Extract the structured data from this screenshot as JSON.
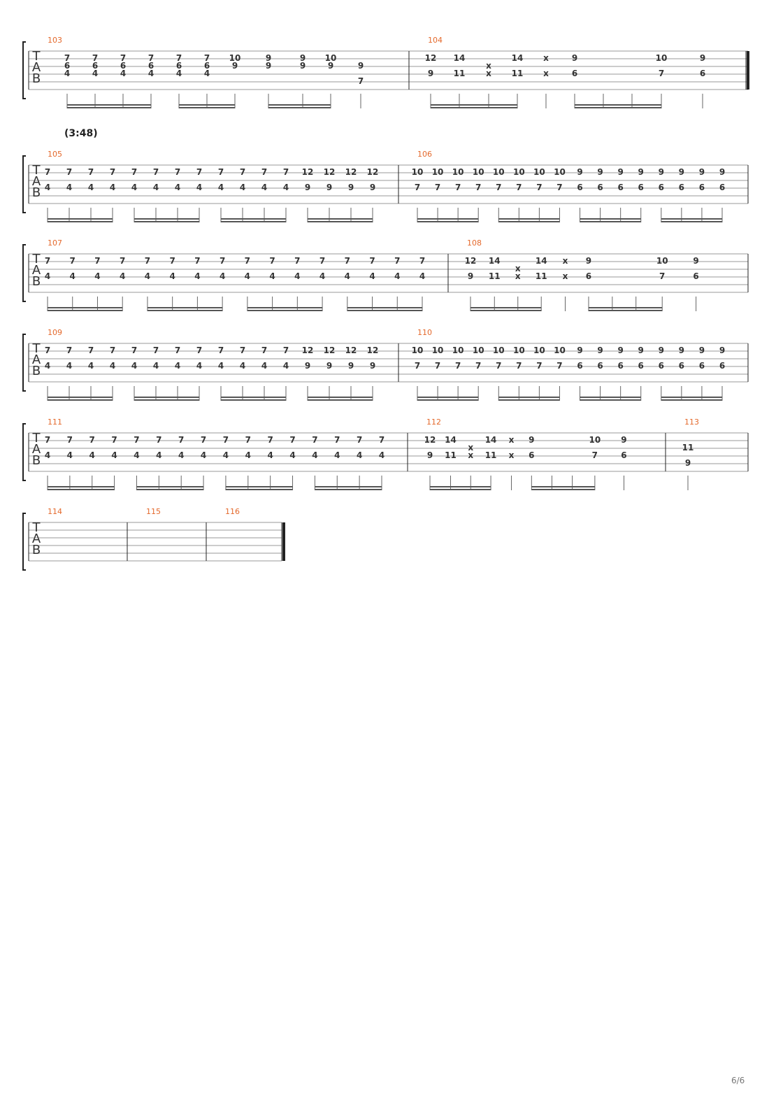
{
  "page": {
    "page_number": "6/6",
    "tuning_letters": [
      "T",
      "A",
      "B"
    ],
    "tempo_marks": [
      {
        "system": 1,
        "text": "(3:48)"
      }
    ],
    "measure_numbers": [
      "103",
      "104",
      "105",
      "106",
      "107",
      "108",
      "109",
      "110",
      "111",
      "112",
      "113",
      "114",
      "115",
      "116"
    ]
  },
  "systems": [
    {
      "measures": [
        {
          "number": "103",
          "events": [
            {
              "notes": {
                "1": "7",
                "2": "6",
                "3": "4"
              }
            },
            {
              "notes": {
                "1": "7",
                "2": "6",
                "3": "4"
              }
            },
            {
              "notes": {
                "1": "7",
                "2": "6",
                "3": "4"
              }
            },
            {
              "notes": {
                "1": "7",
                "2": "6",
                "3": "4"
              }
            },
            {
              "notes": {
                "1": "7",
                "2": "6",
                "3": "4"
              }
            },
            {
              "notes": {
                "1": "7",
                "2": "6",
                "3": "4"
              }
            },
            {
              "notes": {
                "1": "10",
                "2": "9"
              }
            },
            {
              "notes": {
                "1": "9",
                "2": "9"
              }
            },
            {
              "notes": {
                "1": "9",
                "2": "9"
              }
            },
            {
              "notes": {
                "1": "10",
                "2": "9"
              }
            },
            {
              "notes": {
                "2": "9",
                "4": "7"
              }
            }
          ]
        },
        {
          "number": "104",
          "events": [
            {
              "notes": {
                "1": "12",
                "3": "9"
              }
            },
            {
              "notes": {
                "1": "14",
                "3": "11"
              }
            },
            {
              "notes": {
                "2": "x",
                "3": "x"
              }
            },
            {
              "notes": {
                "1": "14",
                "3": "11"
              }
            },
            {
              "notes": {
                "1": "x",
                "3": "x"
              }
            },
            {
              "notes": {
                "1": "9",
                "3": "6"
              }
            },
            {
              "notes": {}
            },
            {
              "notes": {}
            },
            {
              "notes": {
                "1": "10",
                "3": "7"
              }
            },
            {
              "notes": {
                "1": "9",
                "3": "6"
              }
            }
          ]
        }
      ]
    },
    {
      "measures": [
        {
          "number": "105",
          "events": [
            {
              "notes": {
                "1": "7",
                "3": "4"
              }
            },
            {
              "notes": {
                "1": "7",
                "3": "4"
              }
            },
            {
              "notes": {
                "1": "7",
                "3": "4"
              }
            },
            {
              "notes": {
                "1": "7",
                "3": "4"
              }
            },
            {
              "notes": {
                "1": "7",
                "3": "4"
              }
            },
            {
              "notes": {
                "1": "7",
                "3": "4"
              }
            },
            {
              "notes": {
                "1": "7",
                "3": "4"
              }
            },
            {
              "notes": {
                "1": "7",
                "3": "4"
              }
            },
            {
              "notes": {
                "1": "7",
                "3": "4"
              }
            },
            {
              "notes": {
                "1": "7",
                "3": "4"
              }
            },
            {
              "notes": {
                "1": "7",
                "3": "4"
              }
            },
            {
              "notes": {
                "1": "7",
                "3": "4"
              }
            },
            {
              "notes": {
                "1": "12",
                "3": "9"
              }
            },
            {
              "notes": {
                "1": "12",
                "3": "9"
              }
            },
            {
              "notes": {
                "1": "12",
                "3": "9"
              }
            },
            {
              "notes": {
                "1": "12",
                "3": "9"
              }
            }
          ]
        },
        {
          "number": "106",
          "events": [
            {
              "notes": {
                "1": "10",
                "3": "7"
              }
            },
            {
              "notes": {
                "1": "10",
                "3": "7"
              }
            },
            {
              "notes": {
                "1": "10",
                "3": "7"
              }
            },
            {
              "notes": {
                "1": "10",
                "3": "7"
              }
            },
            {
              "notes": {
                "1": "10",
                "3": "7"
              }
            },
            {
              "notes": {
                "1": "10",
                "3": "7"
              }
            },
            {
              "notes": {
                "1": "10",
                "3": "7"
              }
            },
            {
              "notes": {
                "1": "10",
                "3": "7"
              }
            },
            {
              "notes": {
                "1": "9",
                "3": "6"
              }
            },
            {
              "notes": {
                "1": "9",
                "3": "6"
              }
            },
            {
              "notes": {
                "1": "9",
                "3": "6"
              }
            },
            {
              "notes": {
                "1": "9",
                "3": "6"
              }
            },
            {
              "notes": {
                "1": "9",
                "3": "6"
              }
            },
            {
              "notes": {
                "1": "9",
                "3": "6"
              }
            },
            {
              "notes": {
                "1": "9",
                "3": "6"
              }
            },
            {
              "notes": {
                "1": "9",
                "3": "6"
              }
            }
          ]
        }
      ]
    },
    {
      "measures": [
        {
          "number": "107",
          "events": [
            {
              "notes": {
                "1": "7",
                "3": "4"
              }
            },
            {
              "notes": {
                "1": "7",
                "3": "4"
              }
            },
            {
              "notes": {
                "1": "7",
                "3": "4"
              }
            },
            {
              "notes": {
                "1": "7",
                "3": "4"
              }
            },
            {
              "notes": {
                "1": "7",
                "3": "4"
              }
            },
            {
              "notes": {
                "1": "7",
                "3": "4"
              }
            },
            {
              "notes": {
                "1": "7",
                "3": "4"
              }
            },
            {
              "notes": {
                "1": "7",
                "3": "4"
              }
            },
            {
              "notes": {
                "1": "7",
                "3": "4"
              }
            },
            {
              "notes": {
                "1": "7",
                "3": "4"
              }
            },
            {
              "notes": {
                "1": "7",
                "3": "4"
              }
            },
            {
              "notes": {
                "1": "7",
                "3": "4"
              }
            },
            {
              "notes": {
                "1": "7",
                "3": "4"
              }
            },
            {
              "notes": {
                "1": "7",
                "3": "4"
              }
            },
            {
              "notes": {
                "1": "7",
                "3": "4"
              }
            },
            {
              "notes": {
                "1": "7",
                "3": "4"
              }
            }
          ]
        },
        {
          "number": "108",
          "events": [
            {
              "notes": {
                "1": "12",
                "3": "9"
              }
            },
            {
              "notes": {
                "1": "14",
                "3": "11"
              }
            },
            {
              "notes": {
                "2": "x",
                "3": "x"
              }
            },
            {
              "notes": {
                "1": "14",
                "3": "11"
              }
            },
            {
              "notes": {
                "1": "x",
                "3": "x"
              }
            },
            {
              "notes": {
                "1": "9",
                "3": "6"
              }
            },
            {
              "notes": {}
            },
            {
              "notes": {}
            },
            {
              "notes": {
                "1": "10",
                "3": "7"
              }
            },
            {
              "notes": {
                "1": "9",
                "3": "6"
              }
            }
          ]
        }
      ]
    },
    {
      "measures": [
        {
          "number": "109",
          "events": [
            {
              "notes": {
                "1": "7",
                "3": "4"
              }
            },
            {
              "notes": {
                "1": "7",
                "3": "4"
              }
            },
            {
              "notes": {
                "1": "7",
                "3": "4"
              }
            },
            {
              "notes": {
                "1": "7",
                "3": "4"
              }
            },
            {
              "notes": {
                "1": "7",
                "3": "4"
              }
            },
            {
              "notes": {
                "1": "7",
                "3": "4"
              }
            },
            {
              "notes": {
                "1": "7",
                "3": "4"
              }
            },
            {
              "notes": {
                "1": "7",
                "3": "4"
              }
            },
            {
              "notes": {
                "1": "7",
                "3": "4"
              }
            },
            {
              "notes": {
                "1": "7",
                "3": "4"
              }
            },
            {
              "notes": {
                "1": "7",
                "3": "4"
              }
            },
            {
              "notes": {
                "1": "7",
                "3": "4"
              }
            },
            {
              "notes": {
                "1": "12",
                "3": "9"
              }
            },
            {
              "notes": {
                "1": "12",
                "3": "9"
              }
            },
            {
              "notes": {
                "1": "12",
                "3": "9"
              }
            },
            {
              "notes": {
                "1": "12",
                "3": "9"
              }
            }
          ]
        },
        {
          "number": "110",
          "events": [
            {
              "notes": {
                "1": "10",
                "3": "7"
              }
            },
            {
              "notes": {
                "1": "10",
                "3": "7"
              }
            },
            {
              "notes": {
                "1": "10",
                "3": "7"
              }
            },
            {
              "notes": {
                "1": "10",
                "3": "7"
              }
            },
            {
              "notes": {
                "1": "10",
                "3": "7"
              }
            },
            {
              "notes": {
                "1": "10",
                "3": "7"
              }
            },
            {
              "notes": {
                "1": "10",
                "3": "7"
              }
            },
            {
              "notes": {
                "1": "10",
                "3": "7"
              }
            },
            {
              "notes": {
                "1": "9",
                "3": "6"
              }
            },
            {
              "notes": {
                "1": "9",
                "3": "6"
              }
            },
            {
              "notes": {
                "1": "9",
                "3": "6"
              }
            },
            {
              "notes": {
                "1": "9",
                "3": "6"
              }
            },
            {
              "notes": {
                "1": "9",
                "3": "6"
              }
            },
            {
              "notes": {
                "1": "9",
                "3": "6"
              }
            },
            {
              "notes": {
                "1": "9",
                "3": "6"
              }
            },
            {
              "notes": {
                "1": "9",
                "3": "6"
              }
            }
          ]
        }
      ]
    },
    {
      "measures": [
        {
          "number": "111",
          "events": [
            {
              "notes": {
                "1": "7",
                "3": "4"
              }
            },
            {
              "notes": {
                "1": "7",
                "3": "4"
              }
            },
            {
              "notes": {
                "1": "7",
                "3": "4"
              }
            },
            {
              "notes": {
                "1": "7",
                "3": "4"
              }
            },
            {
              "notes": {
                "1": "7",
                "3": "4"
              }
            },
            {
              "notes": {
                "1": "7",
                "3": "4"
              }
            },
            {
              "notes": {
                "1": "7",
                "3": "4"
              }
            },
            {
              "notes": {
                "1": "7",
                "3": "4"
              }
            },
            {
              "notes": {
                "1": "7",
                "3": "4"
              }
            },
            {
              "notes": {
                "1": "7",
                "3": "4"
              }
            },
            {
              "notes": {
                "1": "7",
                "3": "4"
              }
            },
            {
              "notes": {
                "1": "7",
                "3": "4"
              }
            },
            {
              "notes": {
                "1": "7",
                "3": "4"
              }
            },
            {
              "notes": {
                "1": "7",
                "3": "4"
              }
            },
            {
              "notes": {
                "1": "7",
                "3": "4"
              }
            },
            {
              "notes": {
                "1": "7",
                "3": "4"
              }
            }
          ]
        },
        {
          "number": "112",
          "events": [
            {
              "notes": {
                "1": "12",
                "3": "9"
              }
            },
            {
              "notes": {
                "1": "14",
                "3": "11"
              }
            },
            {
              "notes": {
                "2": "x",
                "3": "x"
              }
            },
            {
              "notes": {
                "1": "14",
                "3": "11"
              }
            },
            {
              "notes": {
                "1": "x",
                "3": "x"
              }
            },
            {
              "notes": {
                "1": "9",
                "3": "6"
              }
            },
            {
              "notes": {}
            },
            {
              "notes": {}
            },
            {
              "notes": {
                "1": "10",
                "3": "7"
              }
            },
            {
              "notes": {
                "1": "9",
                "3": "6"
              }
            }
          ]
        },
        {
          "number": "113",
          "events": [
            {
              "notes": {
                "2": "11",
                "4": "9"
              }
            }
          ]
        }
      ]
    },
    {
      "measures": [
        {
          "number": "114",
          "events": []
        },
        {
          "number": "115",
          "events": []
        },
        {
          "number": "116",
          "events": []
        }
      ]
    }
  ]
}
